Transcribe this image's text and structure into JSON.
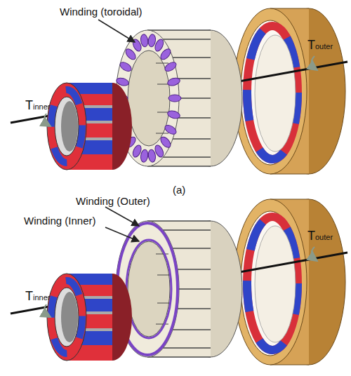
{
  "diagram": {
    "labels": [
      "Winding (toroidal)",
      "Touter",
      "Tinner",
      "(a)",
      "Winding (Outer)",
      "Touter",
      "Winding (Inner)",
      "Tinner"
    ]
  }
}
